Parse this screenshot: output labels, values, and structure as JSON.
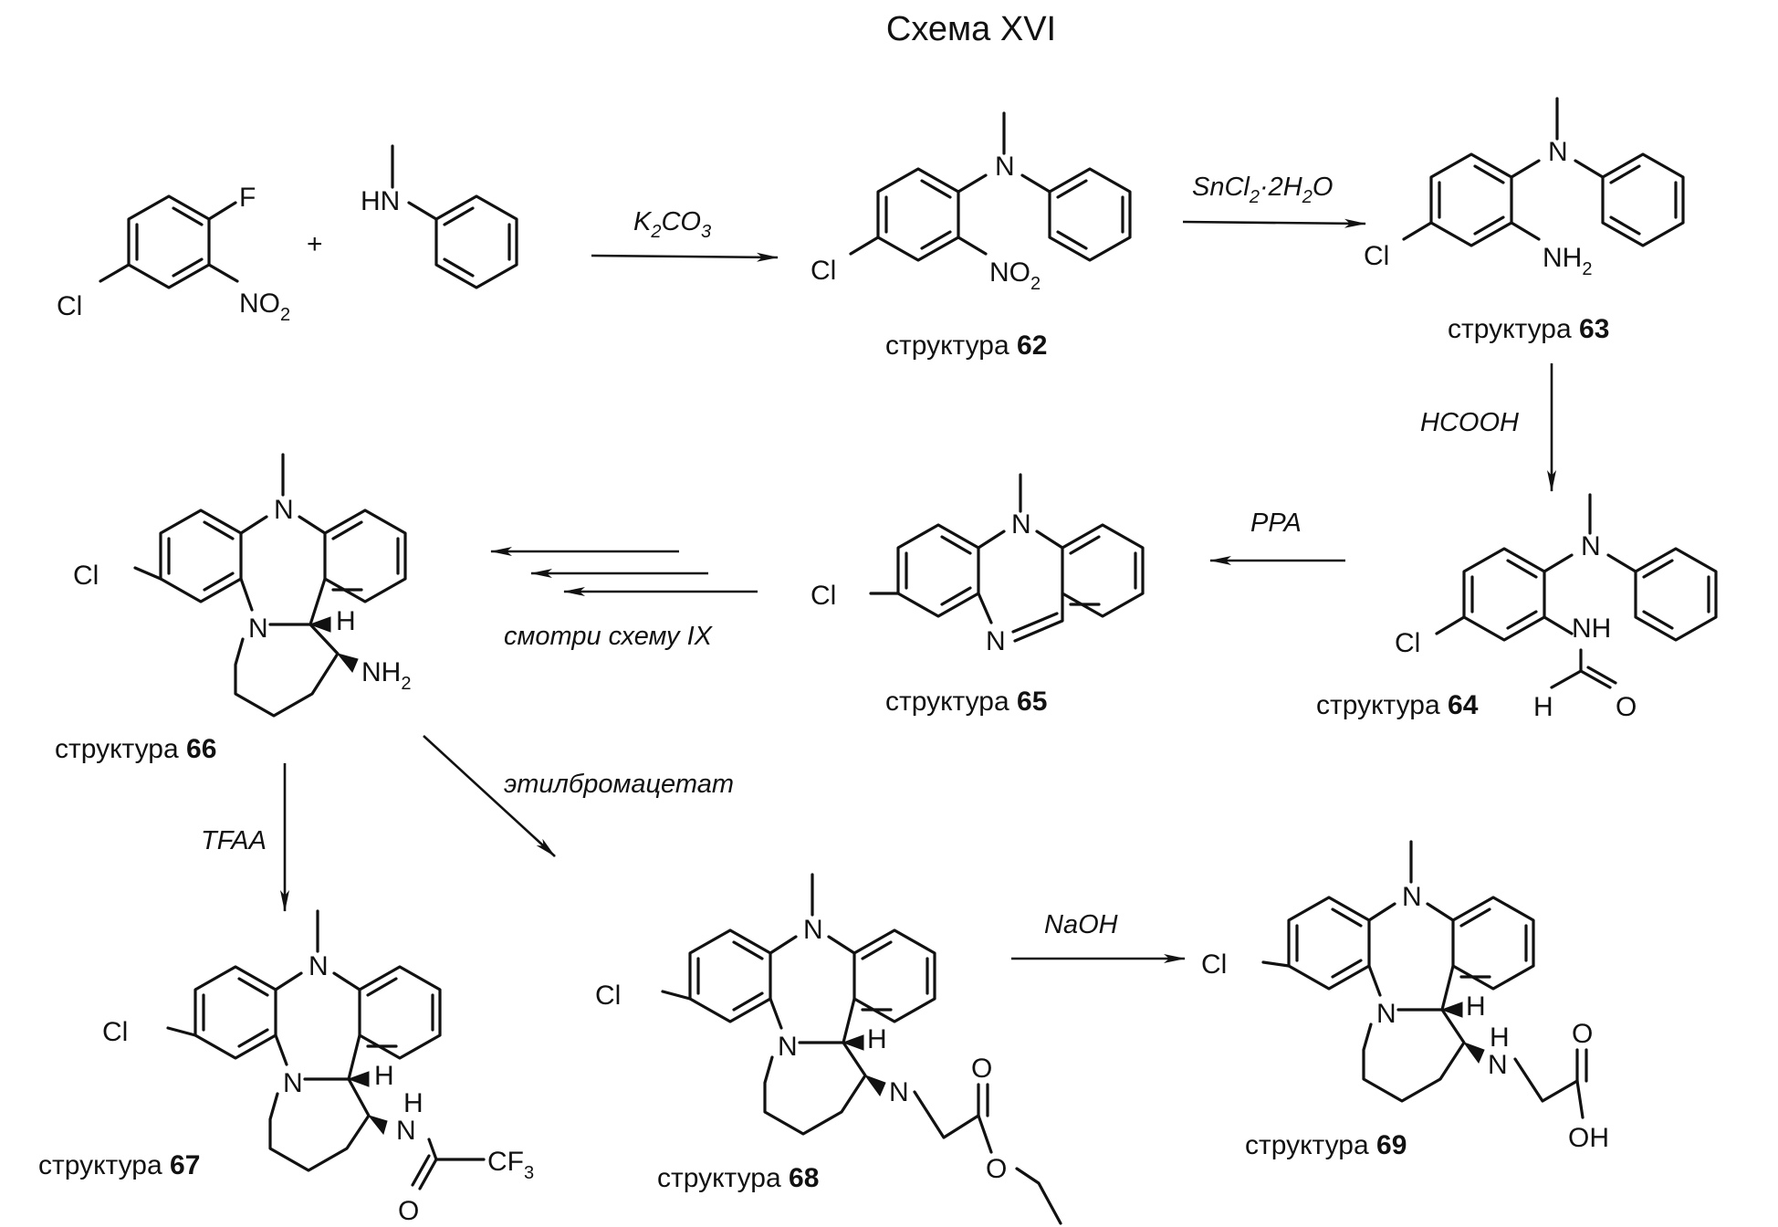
{
  "title": "Схема XVI",
  "atoms": {
    "F": "F",
    "Cl": "Cl",
    "N": "N",
    "H": "H",
    "HN": "HN",
    "NH": "NH",
    "O": "O",
    "NO": "NO",
    "NH_base": "NH",
    "two": "2",
    "three": "3",
    "CF": "CF",
    "OH": "OH"
  },
  "reagents": {
    "k2co3_a": "K",
    "k2co3_b": "2",
    "k2co3_c": "CO",
    "k2co3_d": "3",
    "sncl2_a": "SnCl",
    "sncl2_b": "2",
    "sncl2_c": "·2H",
    "sncl2_d": "2",
    "sncl2_e": "O",
    "hcooh": "HCOOH",
    "ppa": "PPA",
    "scheme_ix": "смотри схему IX",
    "ethyl_bromoacetate": "этилбромацетат",
    "tfaa": "TFAA",
    "naoh": "NaOH"
  },
  "structures": {
    "word": "структура",
    "s62": "62",
    "s63": "63",
    "s64": "64",
    "s65": "65",
    "s66": "66",
    "s67": "67",
    "s68": "68",
    "s69": "69"
  }
}
